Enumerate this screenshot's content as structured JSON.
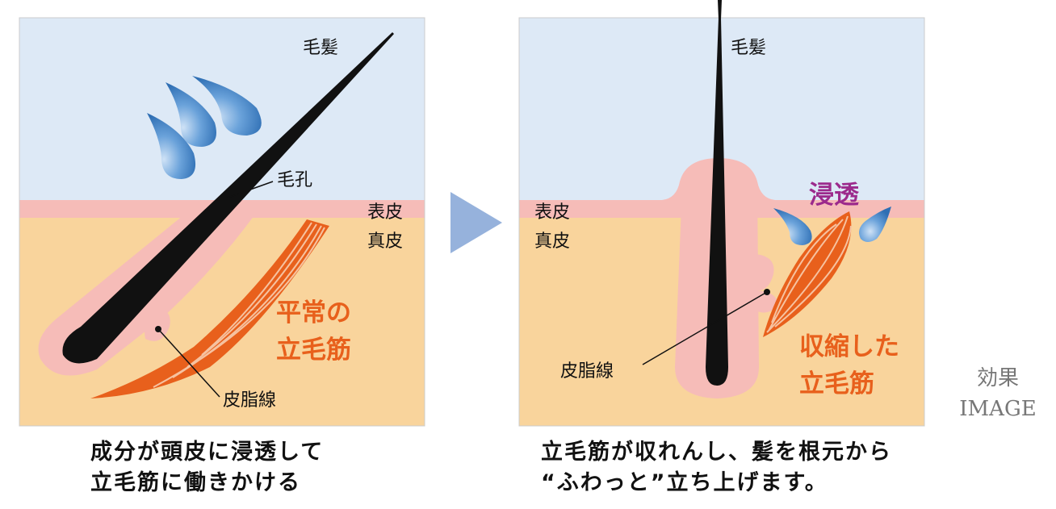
{
  "colors": {
    "sky": "#dde9f6",
    "epidermis": "#f6bcb8",
    "dermis": "#f9d49c",
    "hair": "#111111",
    "muscle": "#e8601c",
    "drop": "#4d8fcf",
    "arrow": "#96b2dc",
    "penetration": "#9c2a8c"
  },
  "left_panel": {
    "hair_label": "毛髪",
    "pore_label": "毛孔",
    "epidermis_label": "表皮",
    "dermis_label": "真皮",
    "muscle_label_line1": "平常の",
    "muscle_label_line2": "立毛筋",
    "gland_label": "皮脂線"
  },
  "right_panel": {
    "hair_label": "毛髪",
    "epidermis_label": "表皮",
    "dermis_label": "真皮",
    "penetration_label": "浸透",
    "muscle_label_line1": "収縮した",
    "muscle_label_line2": "立毛筋",
    "gland_label": "皮脂線"
  },
  "captions": {
    "left_line1": "成分が頭皮に浸透して",
    "left_line2": "立毛筋に働きかける",
    "right_line1": "立毛筋が収れんし、髪を根元から",
    "right_line2": "“ふわっと”立ち上げます。"
  },
  "side_note": {
    "line1": "効果",
    "line2": "IMAGE"
  }
}
